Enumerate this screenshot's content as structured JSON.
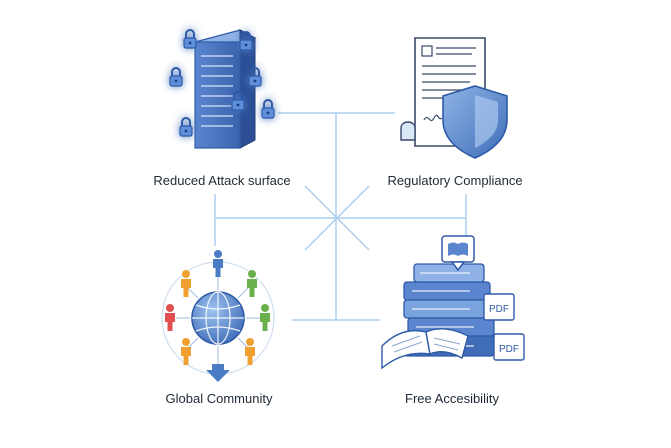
{
  "quadrants": {
    "top_left": {
      "label": "Reduced Attack surface"
    },
    "top_right": {
      "label": "Regulatory Compliance"
    },
    "bottom_left": {
      "label": "Global Community"
    },
    "bottom_right": {
      "label": "Free Accesibility"
    }
  },
  "icons": {
    "top_left": "server-with-padlocks-icon",
    "top_right": "document-with-shield-icon",
    "bottom_left": "globe-with-people-icon",
    "bottom_right": "books-with-pdf-icon"
  },
  "badges": {
    "pdf_1": "PDF",
    "pdf_2": "PDF"
  },
  "colors": {
    "primary_blue": "#3f6db8",
    "light_blue": "#9fc0e8",
    "connector": "#a9cdf0",
    "text": "#1f2a36",
    "person_blue": "#4a7cc4",
    "person_green": "#6ab04c",
    "person_orange": "#f0a030",
    "person_red": "#e05050"
  }
}
